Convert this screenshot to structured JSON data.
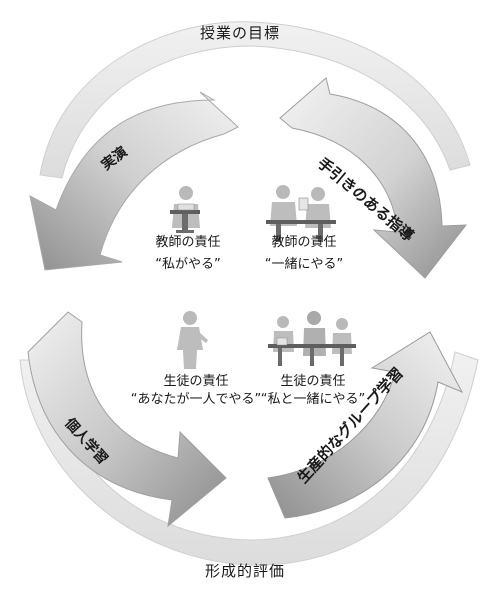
{
  "outer": {
    "top_label": "授業の目標",
    "bottom_label": "形成的評価"
  },
  "arrows": {
    "top_left": "実演",
    "top_right": "手引きのある指導",
    "bottom_left": "個人学習",
    "bottom_right": "生産的なグループ学習"
  },
  "quadrants": {
    "top_left": {
      "role": "教師の責任",
      "quote": "“私がやる”"
    },
    "top_right": {
      "role": "教師の責任",
      "quote": "“一緒にやる”"
    },
    "bottom_left": {
      "role": "生徒の責任",
      "quote": "“あなたが一人でやる”"
    },
    "bottom_right": {
      "role": "生徒の責任",
      "quote": "“私と一緒にやる”"
    }
  },
  "colors": {
    "ring": "#e6e6e6",
    "ring_stroke": "#c9c9c9",
    "arrow_light": "#ededed",
    "arrow_dark": "#9a9a9a",
    "figure": "#b7b7b7",
    "podium": "#6e6e6e"
  }
}
